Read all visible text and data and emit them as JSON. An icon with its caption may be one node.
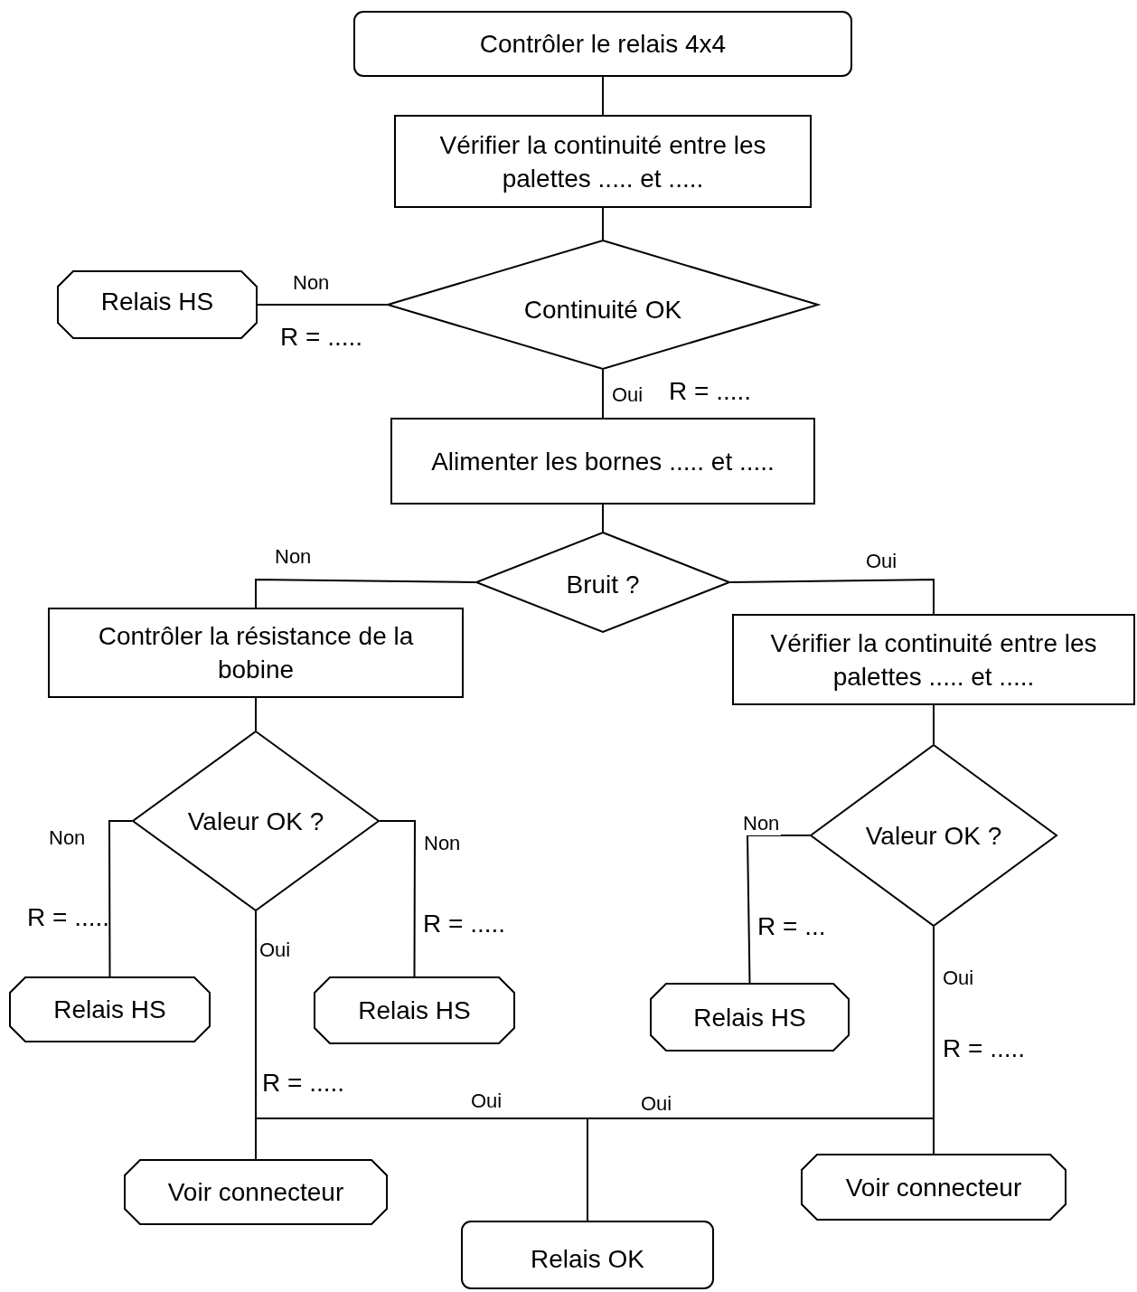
{
  "diagram": {
    "nodes": [
      {
        "text": [
          "Contrôler le relais 4x4"
        ]
      },
      {
        "text": [
          "Vérifier la continuité entre les palettes ..... et ....."
        ]
      },
      {
        "text": [
          "Continuité OK"
        ]
      },
      {
        "text": [
          "Relais HS"
        ]
      },
      {
        "text": [
          "Alimenter les bornes ..... et ....."
        ]
      },
      {
        "text": [
          "Bruit ?"
        ]
      },
      {
        "text": [
          "Contrôler la résistance de la bobine"
        ]
      },
      {
        "text": [
          "Vérifier la continuité entre les palettes ..... et ....."
        ]
      },
      {
        "text": [
          "Valeur OK ?"
        ]
      },
      {
        "text": [
          "Relais HS"
        ]
      },
      {
        "text": [
          "Relais HS"
        ]
      },
      {
        "text": [
          "Valeur OK ?"
        ]
      },
      {
        "text": [
          "Relais HS"
        ]
      },
      {
        "text": [
          "Voir connecteur"
        ]
      },
      {
        "text": [
          "Voir connecteur"
        ]
      },
      {
        "text": [
          "Relais OK"
        ]
      }
    ],
    "edges": [
      {
        "from": 0,
        "to": 1,
        "arrow": "none"
      },
      {
        "from": 1,
        "to": 2,
        "arrow": "none"
      },
      {
        "from": 2,
        "to": 3,
        "arrow": "none",
        "label": "Non"
      },
      {
        "from": 2,
        "to": 4,
        "arrow": "none",
        "label": "Oui"
      },
      {
        "from": 4,
        "to": 5,
        "arrow": "none"
      },
      {
        "from": 5,
        "to": 6,
        "arrow": "none",
        "label": "Non"
      },
      {
        "from": 5,
        "to": 7,
        "arrow": "none",
        "label": "Oui"
      },
      {
        "from": 6,
        "to": 8,
        "arrow": "none"
      },
      {
        "from": 8,
        "to": 9,
        "arrow": "none",
        "label": "Non"
      },
      {
        "from": 8,
        "to": 10,
        "arrow": "none",
        "label": "Non"
      },
      {
        "from": 7,
        "to": 11,
        "arrow": "none"
      },
      {
        "from": 11,
        "to": 12,
        "arrow": "none",
        "label": "Non"
      },
      {
        "from": 8,
        "to": 13,
        "arrow": "none",
        "label": "Oui"
      },
      {
        "from": 8,
        "to": 15,
        "arrow": "none",
        "label": "Oui"
      },
      {
        "from": 11,
        "to": 14,
        "arrow": "none",
        "label": "Oui"
      },
      {
        "from": 11,
        "to": 15,
        "arrow": "none",
        "label": "Oui"
      },
      {
        "from": 8,
        "to": 14,
        "arrow": "none"
      },
      {
        "from": 11,
        "to": 13,
        "arrow": "none"
      }
    ],
    "labels": [
      "R = .....",
      "R = .....",
      "R = .....",
      "R = .....",
      "R = ...",
      "R = .....",
      "R = ....."
    ]
  }
}
